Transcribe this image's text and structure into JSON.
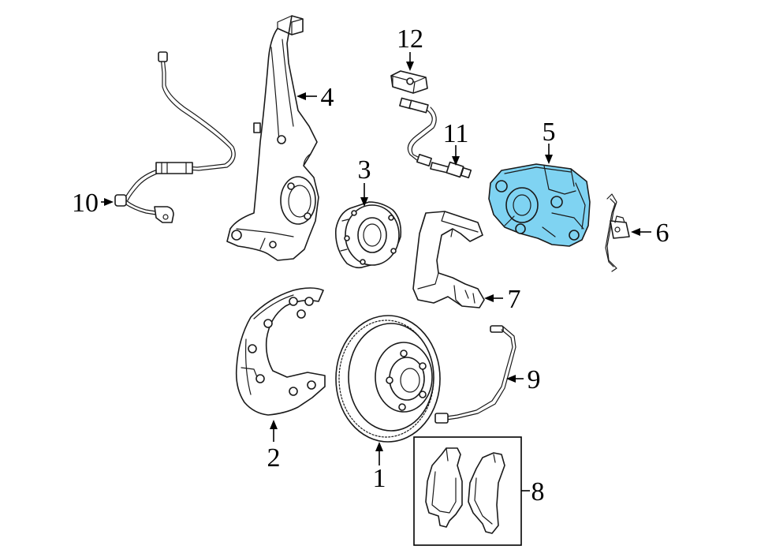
{
  "colors": {
    "highlight_fill": "#7fd3f2",
    "line": "#1a1a1a",
    "background": "#ffffff"
  },
  "callouts": [
    {
      "id": "1",
      "label": "1"
    },
    {
      "id": "2",
      "label": "2"
    },
    {
      "id": "3",
      "label": "3"
    },
    {
      "id": "4",
      "label": "4"
    },
    {
      "id": "5",
      "label": "5"
    },
    {
      "id": "6",
      "label": "6"
    },
    {
      "id": "7",
      "label": "7"
    },
    {
      "id": "8",
      "label": "8"
    },
    {
      "id": "9",
      "label": "9"
    },
    {
      "id": "10",
      "label": "10"
    },
    {
      "id": "11",
      "label": "11"
    },
    {
      "id": "12",
      "label": "12"
    }
  ],
  "highlighted_part": "5"
}
